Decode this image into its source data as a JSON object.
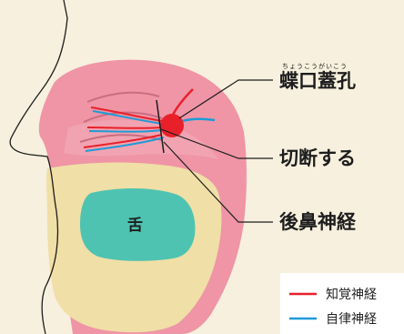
{
  "labels": {
    "foramen_ruby": "ちょうこうがいこう",
    "foramen": "蝶口蓋孔",
    "cut": "切断する",
    "nerve": "後鼻神経",
    "tongue": "舌"
  },
  "legend": [
    {
      "label": "知覚神経",
      "color": "#e8202a"
    },
    {
      "label": "自律神経",
      "color": "#1e9bd7"
    }
  ],
  "colors": {
    "background": "#f7f0de",
    "mucosa": "#ef95a6",
    "mucosa_light": "#f7c8cf",
    "bone": "#f0dfa6",
    "tongue": "#4fc3b1",
    "foramen": "#e8202a"
  }
}
